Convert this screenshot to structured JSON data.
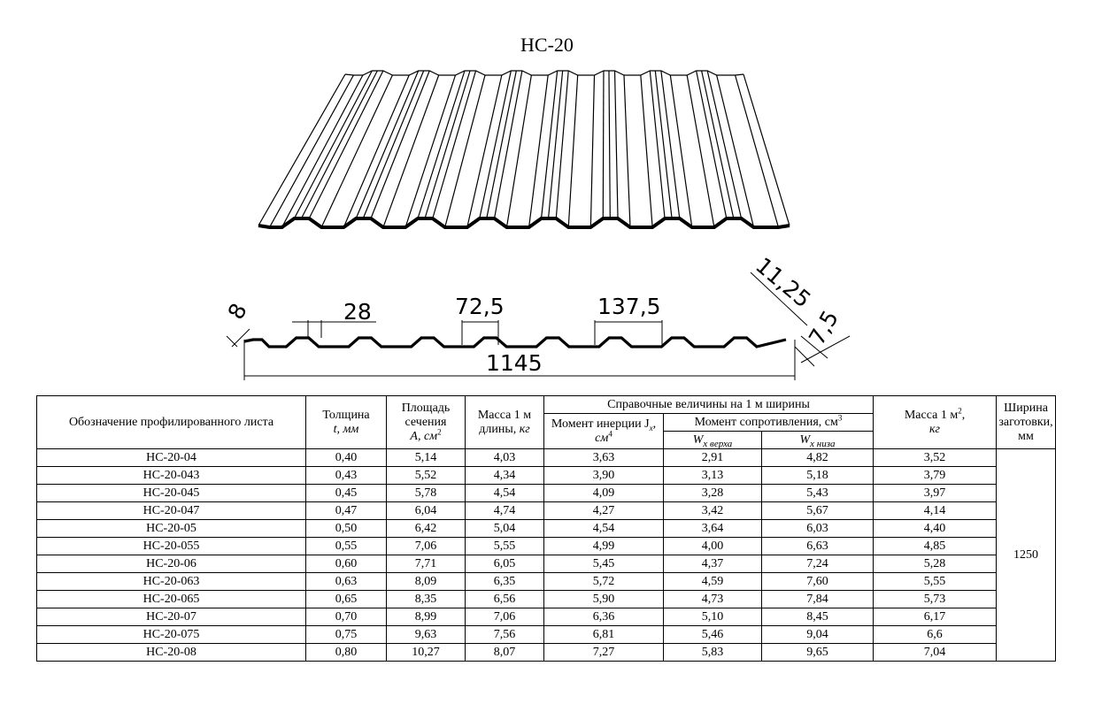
{
  "title": "НС-20",
  "dimensions": {
    "d8": "8",
    "d28": "28",
    "d72": "72,5",
    "d137": "137,5",
    "d1145": "1145",
    "d1125": "11,25",
    "d75": "7,5"
  },
  "table": {
    "headers": {
      "designation": "Обозначение профилированного листа",
      "thickness": "Толщина",
      "thickness_unit": "t, мм",
      "area": "Площадь сечения",
      "area_unit_a": "A, см",
      "area_unit_sup": "2",
      "mass": "Масса 1 м длины,",
      "mass_unit": "кг",
      "ref": "Справочные величины на 1 м ширины",
      "inertia": "Момент инерции J",
      "inertia_sub": "x",
      "inertia_unit": ", см",
      "inertia_sup": "4",
      "resist": "Момент сопротивления, см",
      "resist_sup": "3",
      "w_top": "W",
      "w_top_sub": "x верха",
      "w_bottom": "W",
      "w_bottom_sub": "x низа",
      "mass_m2": "Масса 1 м",
      "mass_m2_sup": "2",
      "mass_m2_unit": "кг",
      "blank_width": "Ширина заготовки, мм"
    },
    "blank_width_value": "1250",
    "rows": [
      [
        "НС-20-04",
        "0,40",
        "5,14",
        "4,03",
        "3,63",
        "2,91",
        "4,82",
        "3,52"
      ],
      [
        "НС-20-043",
        "0,43",
        "5,52",
        "4,34",
        "3,90",
        "3,13",
        "5,18",
        "3,79"
      ],
      [
        "НС-20-045",
        "0,45",
        "5,78",
        "4,54",
        "4,09",
        "3,28",
        "5,43",
        "3,97"
      ],
      [
        "НС-20-047",
        "0,47",
        "6,04",
        "4,74",
        "4,27",
        "3,42",
        "5,67",
        "4,14"
      ],
      [
        "НС-20-05",
        "0,50",
        "6,42",
        "5,04",
        "4,54",
        "3,64",
        "6,03",
        "4,40"
      ],
      [
        "НС-20-055",
        "0,55",
        "7,06",
        "5,55",
        "4,99",
        "4,00",
        "6,63",
        "4,85"
      ],
      [
        "НС-20-06",
        "0,60",
        "7,71",
        "6,05",
        "5,45",
        "4,37",
        "7,24",
        "5,28"
      ],
      [
        "НС-20-063",
        "0,63",
        "8,09",
        "6,35",
        "5,72",
        "4,59",
        "7,60",
        "5,55"
      ],
      [
        "НС-20-065",
        "0,65",
        "8,35",
        "6,56",
        "5,90",
        "4,73",
        "7,84",
        "5,73"
      ],
      [
        "НС-20-07",
        "0,70",
        "8,99",
        "7,06",
        "6,36",
        "5,10",
        "8,45",
        "6,17"
      ],
      [
        "НС-20-075",
        "0,75",
        "9,63",
        "7,56",
        "6,81",
        "5,46",
        "9,04",
        "6,6"
      ],
      [
        "НС-20-08",
        "0,80",
        "10,27",
        "8,07",
        "7,27",
        "5,83",
        "9,65",
        "7,04"
      ]
    ]
  }
}
